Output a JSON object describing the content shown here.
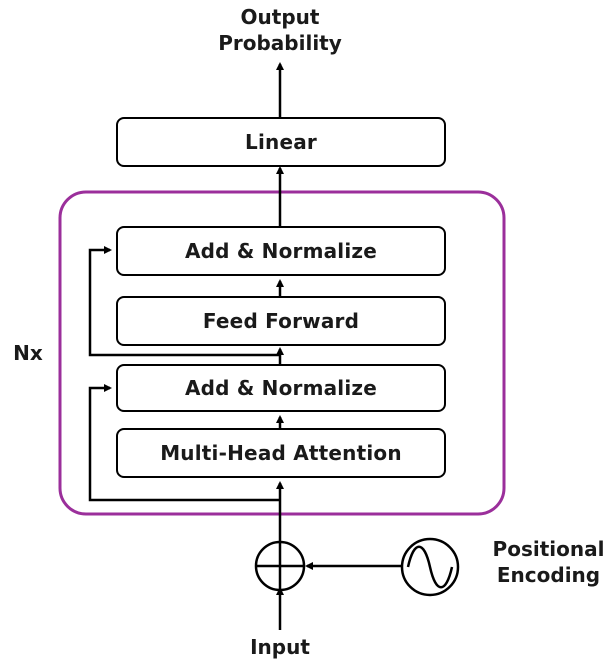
{
  "diagram": {
    "output_line1": "Output",
    "output_line2": "Probability",
    "linear": "Linear",
    "add_normalize_top": "Add & Normalize",
    "feed_forward": "Feed Forward",
    "add_normalize_bottom": "Add & Normalize",
    "multi_head_attention": "Multi-Head Attention",
    "repeat_label": "Nx",
    "positional_line1": "Positional",
    "positional_line2": "Encoding",
    "input": "Input"
  },
  "colors": {
    "block_border": "#9b2f9b",
    "stroke": "#000000"
  }
}
